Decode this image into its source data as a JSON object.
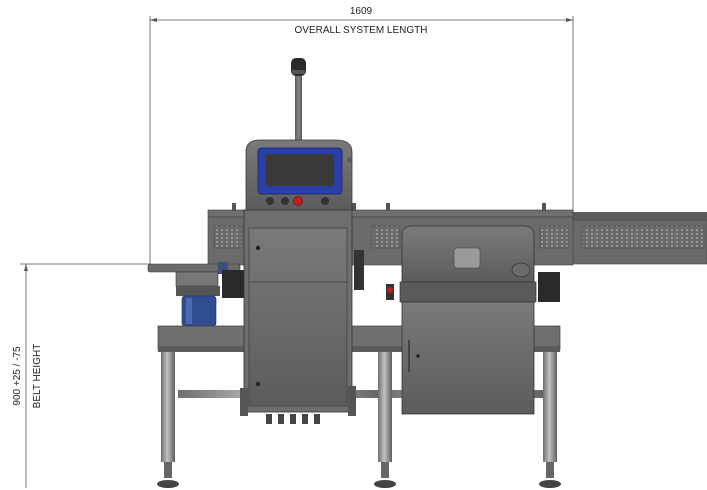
{
  "dimensions": {
    "length": {
      "value": "1609",
      "label": "OVERALL SYSTEM LENGTH"
    },
    "height": {
      "value": "900 +25 / -75",
      "label": "BELT HEIGHT"
    }
  },
  "colors": {
    "dimension_line": "#555555",
    "frame": "#6b6b6b",
    "frame_dark": "#3e3e3e",
    "frame_light": "#8c8c8c",
    "hmi_screen": "#2b3fa8",
    "emergency_stop": "#c0201f",
    "reject_bin": "#2f4d8f",
    "background": "#ffffff"
  }
}
